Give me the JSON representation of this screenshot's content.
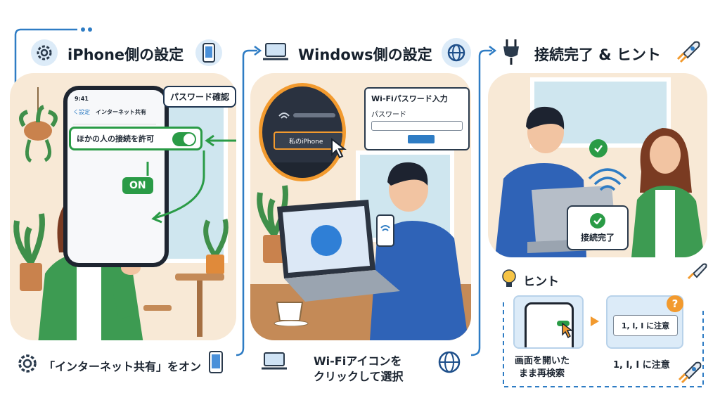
{
  "section1": {
    "title": "iPhone側の設定",
    "phone_time": "9:41",
    "phone_back": "く設定",
    "phone_header": "インターネット共有",
    "callout": "パスワード確認",
    "toggle_label": "ほかの人の接続を許可",
    "on_badge": "ON",
    "caption": "「インターネット共有」をオン"
  },
  "section2": {
    "title": "Windows側の設定",
    "network_item": "私のiPhone",
    "dialog_title": "Wi-Fiパスワード入力",
    "dialog_label": "パスワード",
    "caption_line1": "Wi-Fiアイコンを",
    "caption_line2": "クリックして選択"
  },
  "section3": {
    "title": "接続完了 & ヒント",
    "connected_label": "接続完了",
    "hint_title": "ヒント",
    "hint_card2_text": "1, l, I に注意",
    "hint_caption1_line1": "画面を開いた",
    "hint_caption1_line2": "まま再検索",
    "hint_caption2": "1, l, I に注意"
  },
  "colors": {
    "flow_blue": "#2e7cc4",
    "icon_circle": "#dcebf8",
    "panel_warm": "#f8e9d6",
    "accent_green": "#2a9b46",
    "jacket_green": "#3d9b52",
    "shirt_blue": "#2f63b7",
    "hint_orange": "#f29a2e"
  }
}
